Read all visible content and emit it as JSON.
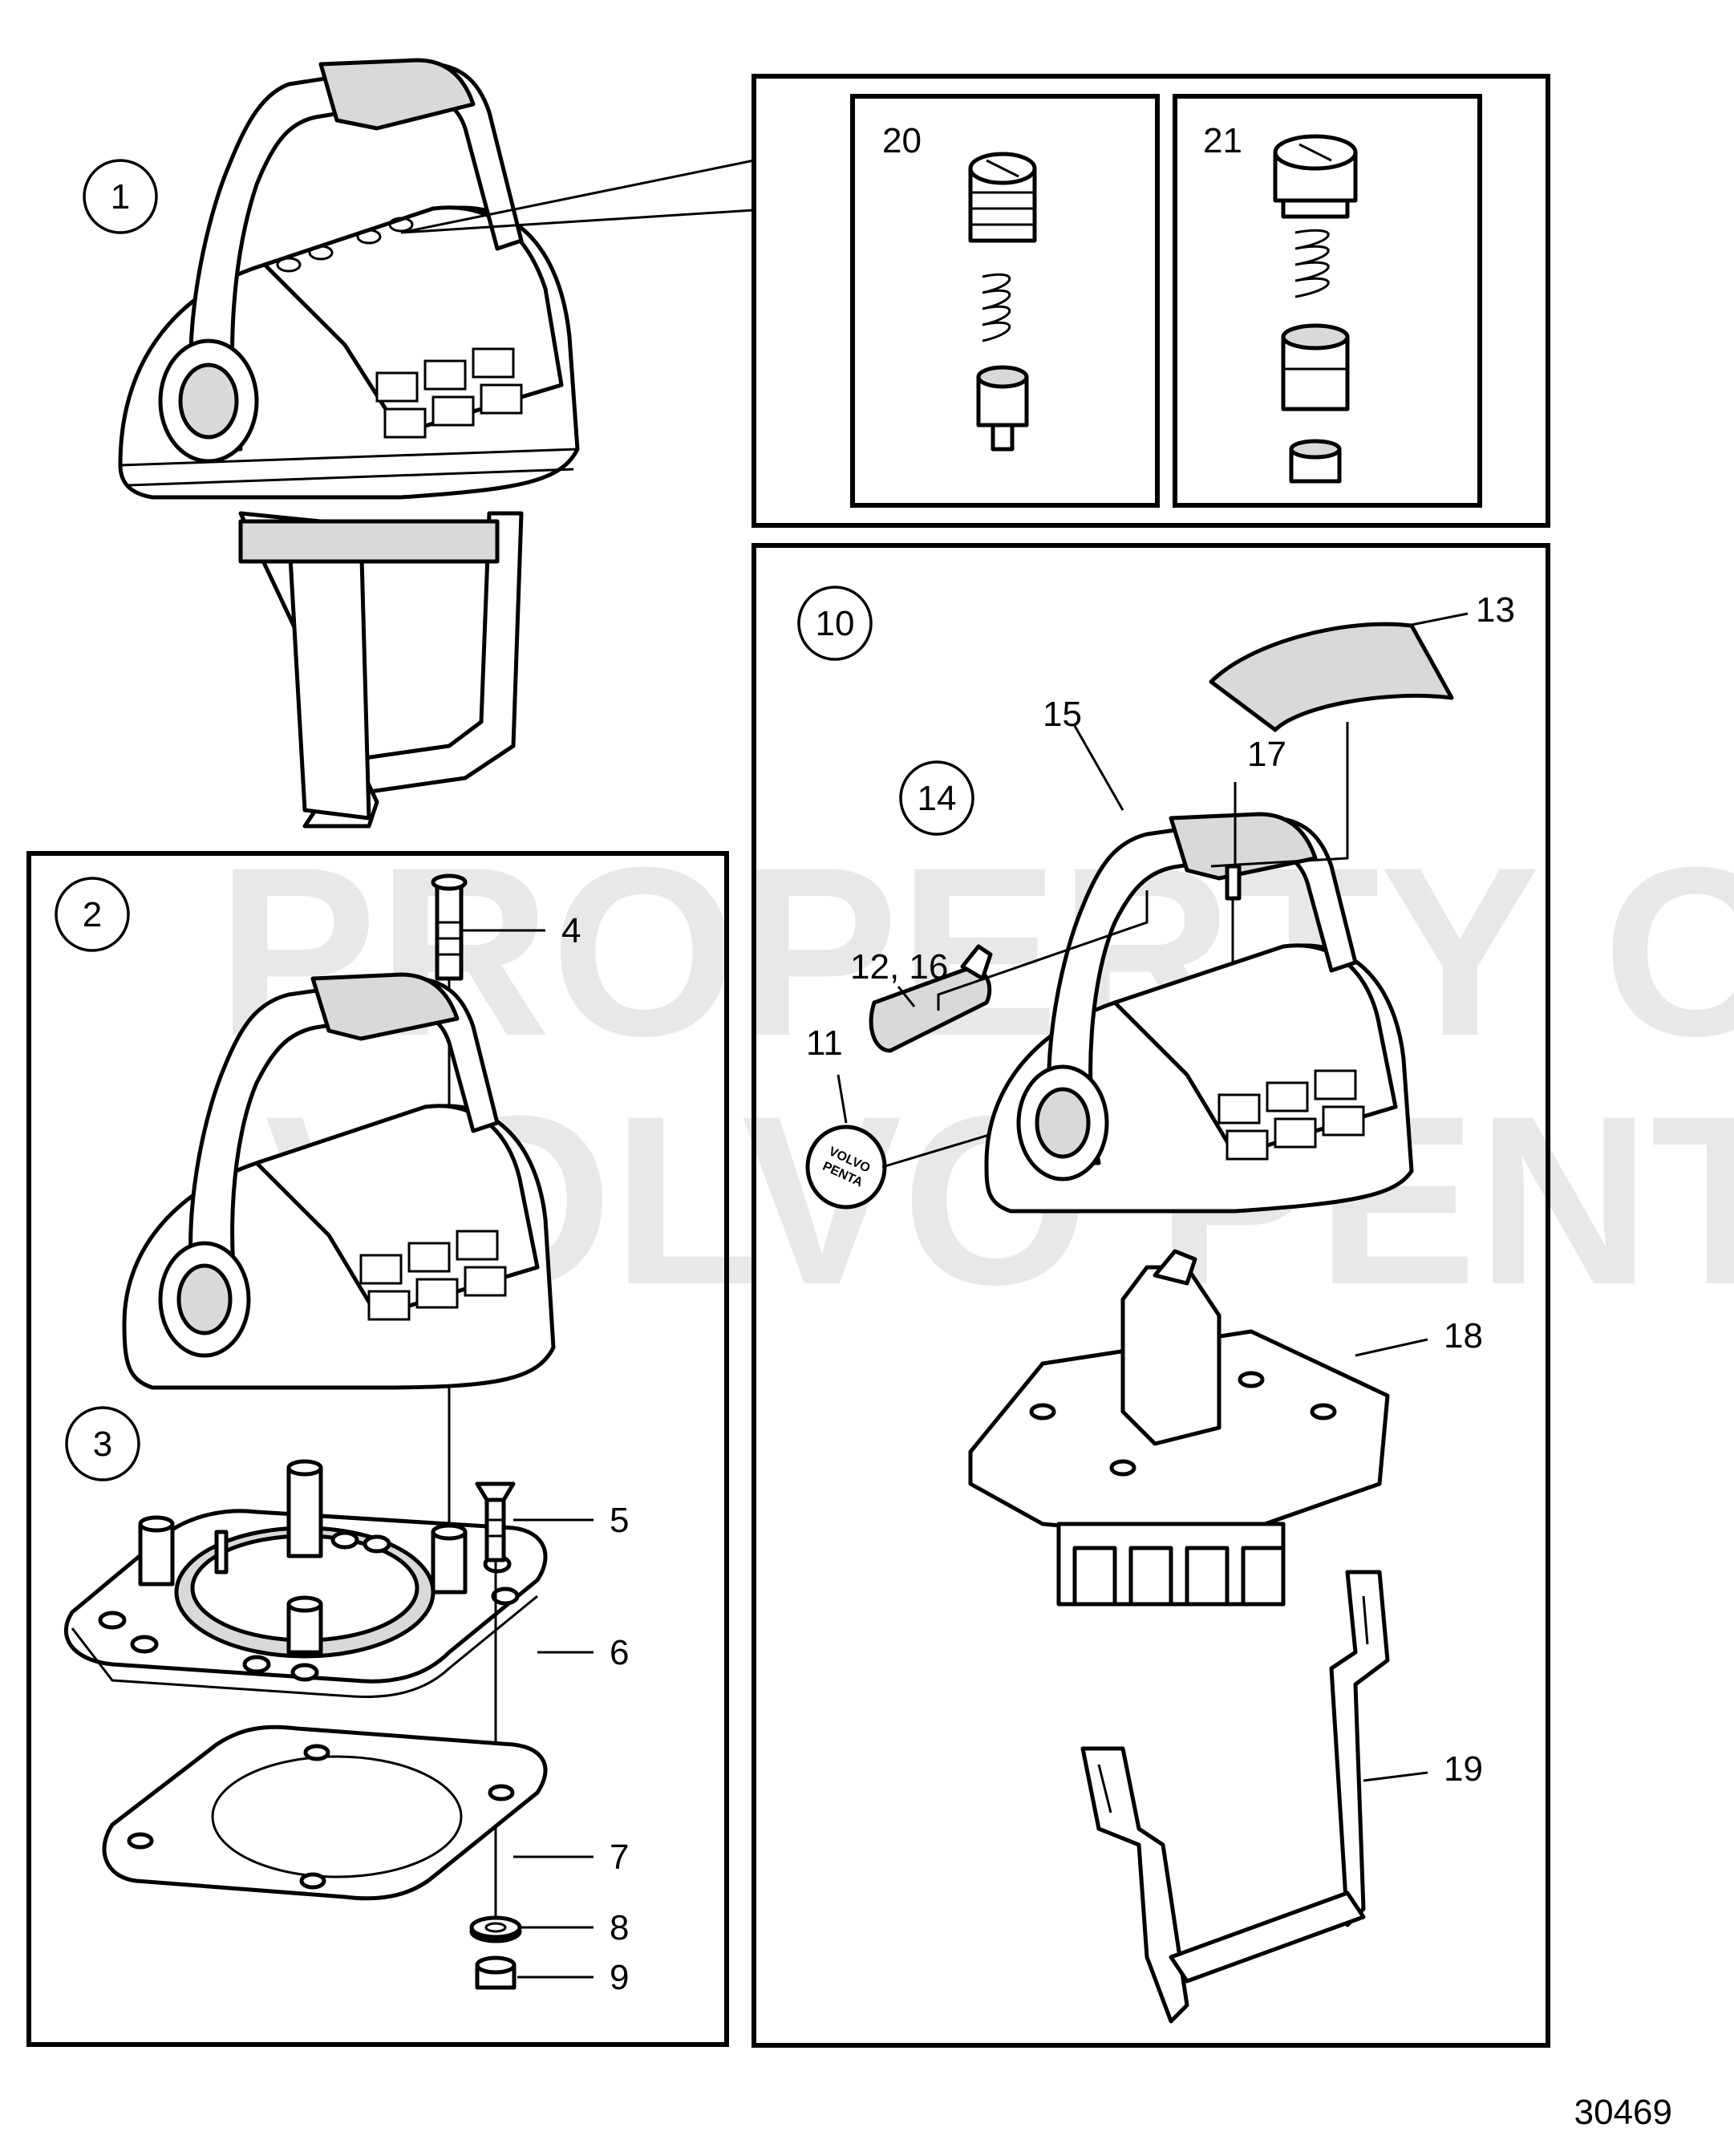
{
  "watermark": {
    "line1": "PROPERTY OF",
    "line2": "VOLVO PENTA"
  },
  "logo_text": {
    "line1": "VOLVO",
    "line2": "PENTA"
  },
  "callouts": {
    "c1": "1",
    "c2": "2",
    "c3": "3",
    "c4": "4",
    "c5": "5",
    "c6": "6",
    "c7": "7",
    "c8": "8",
    "c9": "9",
    "c10": "10",
    "c11": "11",
    "c12_16": "12, 16",
    "c13": "13",
    "c14": "14",
    "c15": "15",
    "c17": "17",
    "c18": "18",
    "c19": "19",
    "c20": "20",
    "c21": "21"
  },
  "drawing_number": "30469",
  "icons": [
    "control-lever-assembly",
    "detent-screw-kit",
    "mounting-gasket",
    "lever-bracket"
  ]
}
